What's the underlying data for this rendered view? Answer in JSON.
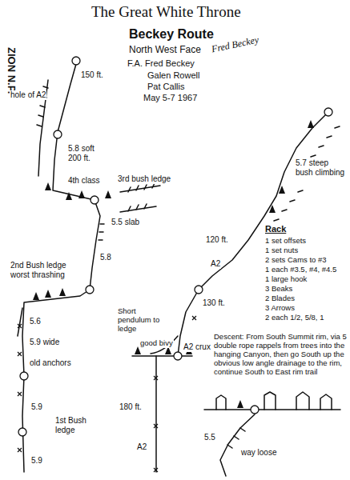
{
  "diagram": {
    "title": "The Great White Throne",
    "labels": [
      "ZION N.P.",
      "Beckey Route",
      "North West Face",
      "F.A. Fred Beckey",
      "Fred Beckey",
      "Galen Rowell",
      "Pat Callis",
      "May 5-7 1967",
      "150 ft.",
      "hole of A2",
      "5.8 soft 200 ft.",
      "4th class",
      "3rd bush ledge",
      "5.5 slab",
      "5.8",
      "2nd Bush ledge worst thrashing",
      "5.6",
      "5.9 wide",
      "old anchors",
      "5.9",
      "1st Bush ledge",
      "5.9",
      "5.7 steep bush climbing",
      "120 ft.",
      "A2",
      "130 ft.",
      "A2 crux",
      "Short pendulum to ledge",
      "good bivy",
      "180 ft.",
      "A2",
      "Rack",
      "1 set offsets",
      "1 set nuts",
      "2 sets Cams to #3",
      "1 each #3.5, #4, #4.5",
      "1 large hook",
      "3 Beaks",
      "2 Blades",
      "3 Arrows",
      "2 each 1/2, 5/8, 1",
      "Descent: From South Summit rim, via 5 double rope rappels from trees into the hanging Canyon, then go South up the obvious low angle drainage to the rim, continue South to East rim trail",
      "5.5",
      "way loose"
    ]
  }
}
